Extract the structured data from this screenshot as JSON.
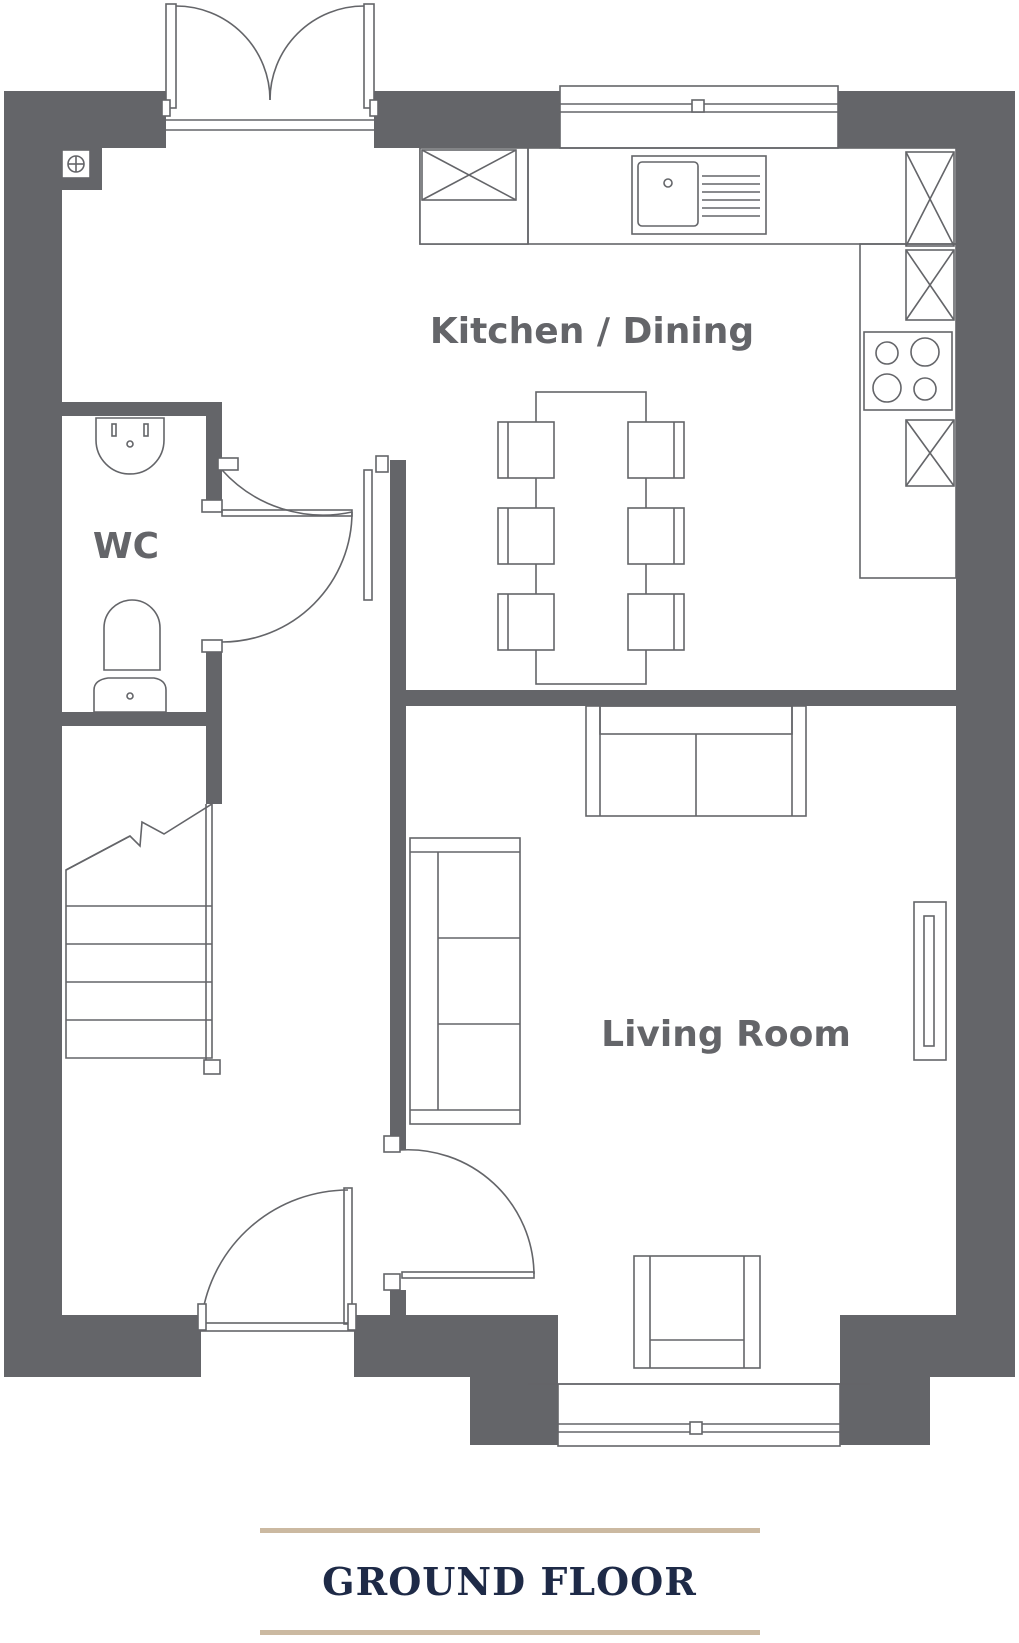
{
  "rooms": {
    "kitchen_dining": "Kitchen / Dining",
    "wc": "WC",
    "living_room": "Living Room"
  },
  "floor_title": "GROUND FLOOR",
  "colors": {
    "wall": "#646569",
    "title": "#1e2a47",
    "rule": "#cbb9a1",
    "background": "#ffffff"
  },
  "icons": [
    "boiler-icon",
    "sink-icon",
    "hob-icon",
    "toilet-icon",
    "basin-icon",
    "stairs-icon"
  ]
}
